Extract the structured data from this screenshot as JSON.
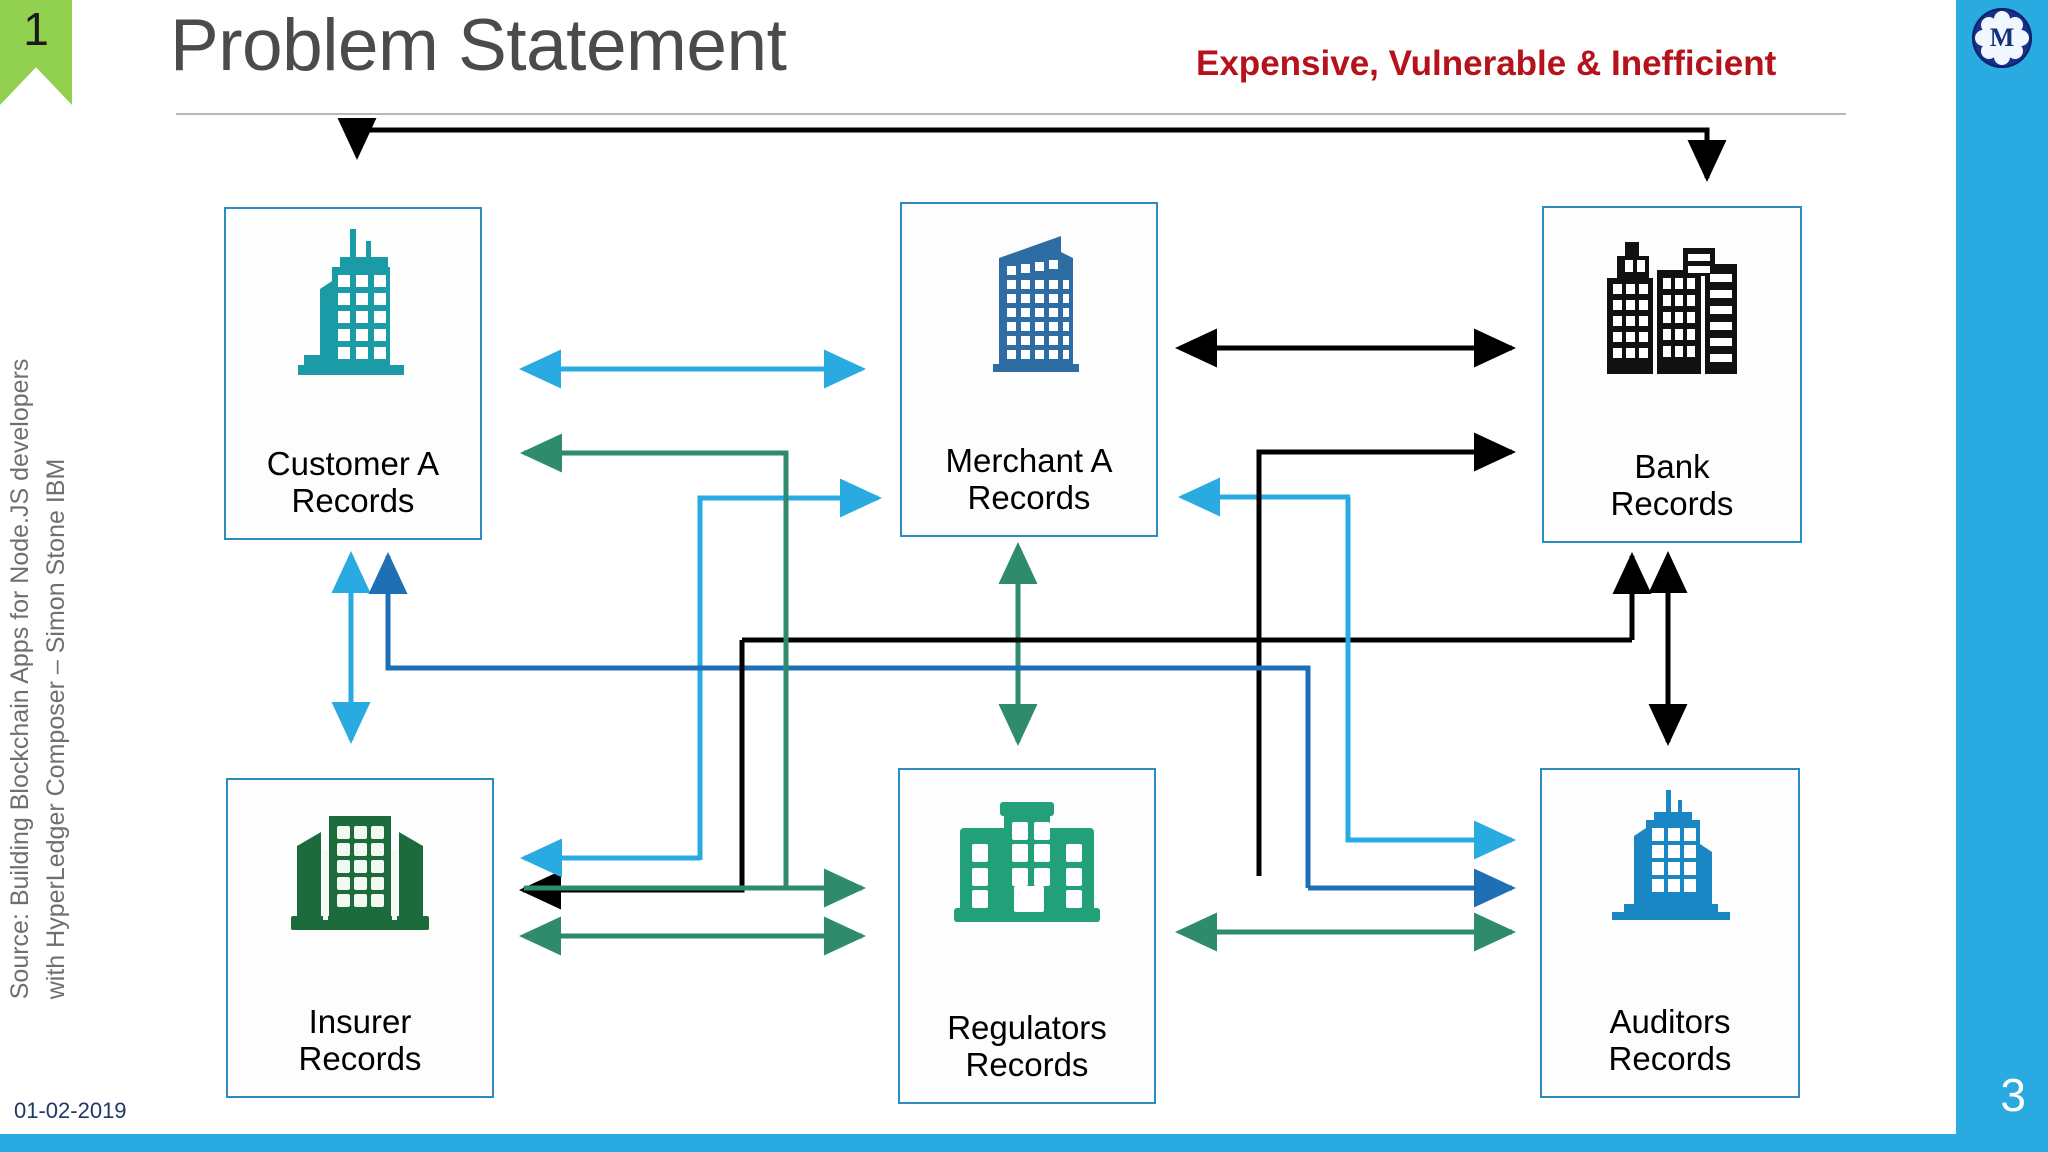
{
  "slide": {
    "number_badge": "1",
    "title": "Problem Statement",
    "subtitle": "Expensive, Vulnerable & Inefficient",
    "date": "01-02-2019",
    "page_number": "3",
    "logo_letter": "M",
    "source_line1": "Source: Building Blockchain Apps for Node.JS developers",
    "source_line2": "with HyperLedger Composer – Simon Stone IBM"
  },
  "colors": {
    "ribbon_green": "#92d050",
    "title_gray": "#4b4b4b",
    "subtitle_red": "#b5121b",
    "accent_cyan": "#29abe2",
    "box_border": "#2e8bc0",
    "date_navy": "#1f3864",
    "customer_teal": "#1a9ba5",
    "merchant_blue": "#2e6da4",
    "bank_black": "#111111",
    "insurer_green": "#1d6b3c",
    "regulator_green": "#22a07a",
    "auditor_blue": "#1b86c4",
    "arrow_black": "#000000",
    "arrow_lightblue": "#29abe2",
    "arrow_green": "#2e8b6b",
    "arrow_darkblue": "#1f6fb5"
  },
  "diagram": {
    "nodes": [
      {
        "id": "customer",
        "label_line1": "Customer A",
        "label_line2": "Records",
        "icon": "building-teal-icon"
      },
      {
        "id": "merchant",
        "label_line1": "Merchant A",
        "label_line2": "Records",
        "icon": "building-blue-icon"
      },
      {
        "id": "bank",
        "label_line1": "Bank",
        "label_line2": "Records",
        "icon": "buildings-black-icon"
      },
      {
        "id": "insurer",
        "label_line1": "Insurer",
        "label_line2": "Records",
        "icon": "building-darkgreen-icon"
      },
      {
        "id": "regulator",
        "label_line1": "Regulators",
        "label_line2": "Records",
        "icon": "building-green-icon"
      },
      {
        "id": "auditor",
        "label_line1": "Auditors",
        "label_line2": "Records",
        "icon": "building-lightblue-icon"
      }
    ],
    "connections": [
      {
        "from": "customer",
        "to": "bank",
        "color": "black",
        "style": "one-way"
      },
      {
        "from": "customer",
        "to": "merchant",
        "color": "lightblue",
        "style": "one-way"
      },
      {
        "from": "merchant",
        "to": "bank",
        "color": "black",
        "style": "two-way"
      },
      {
        "from": "merchant",
        "to": "customer",
        "color": "green",
        "style": "one-way"
      },
      {
        "from": "insurer",
        "to": "merchant",
        "color": "lightblue",
        "style": "one-way"
      },
      {
        "from": "bank",
        "to": "merchant",
        "color": "lightblue",
        "style": "one-way"
      },
      {
        "from": "regulator",
        "to": "bank",
        "color": "black",
        "style": "one-way"
      },
      {
        "from": "merchant",
        "to": "regulator",
        "color": "green",
        "style": "two-way"
      },
      {
        "from": "customer",
        "to": "insurer",
        "color": "lightblue",
        "style": "two-way"
      },
      {
        "from": "insurer",
        "to": "regulator",
        "color": "green",
        "style": "two-way"
      },
      {
        "from": "regulator",
        "to": "auditor",
        "color": "green",
        "style": "two-way"
      },
      {
        "from": "bank",
        "to": "auditor",
        "color": "black",
        "style": "two-way"
      },
      {
        "from": "auditor",
        "to": "insurer",
        "color": "darkblue",
        "style": "one-way"
      },
      {
        "from": "auditor",
        "to": "customer",
        "color": "darkblue",
        "style": "one-way"
      },
      {
        "from": "regulator",
        "to": "insurer",
        "color": "black",
        "style": "one-way"
      },
      {
        "from": "bank",
        "to": "auditor",
        "color": "lightblue",
        "style": "one-way"
      }
    ]
  }
}
